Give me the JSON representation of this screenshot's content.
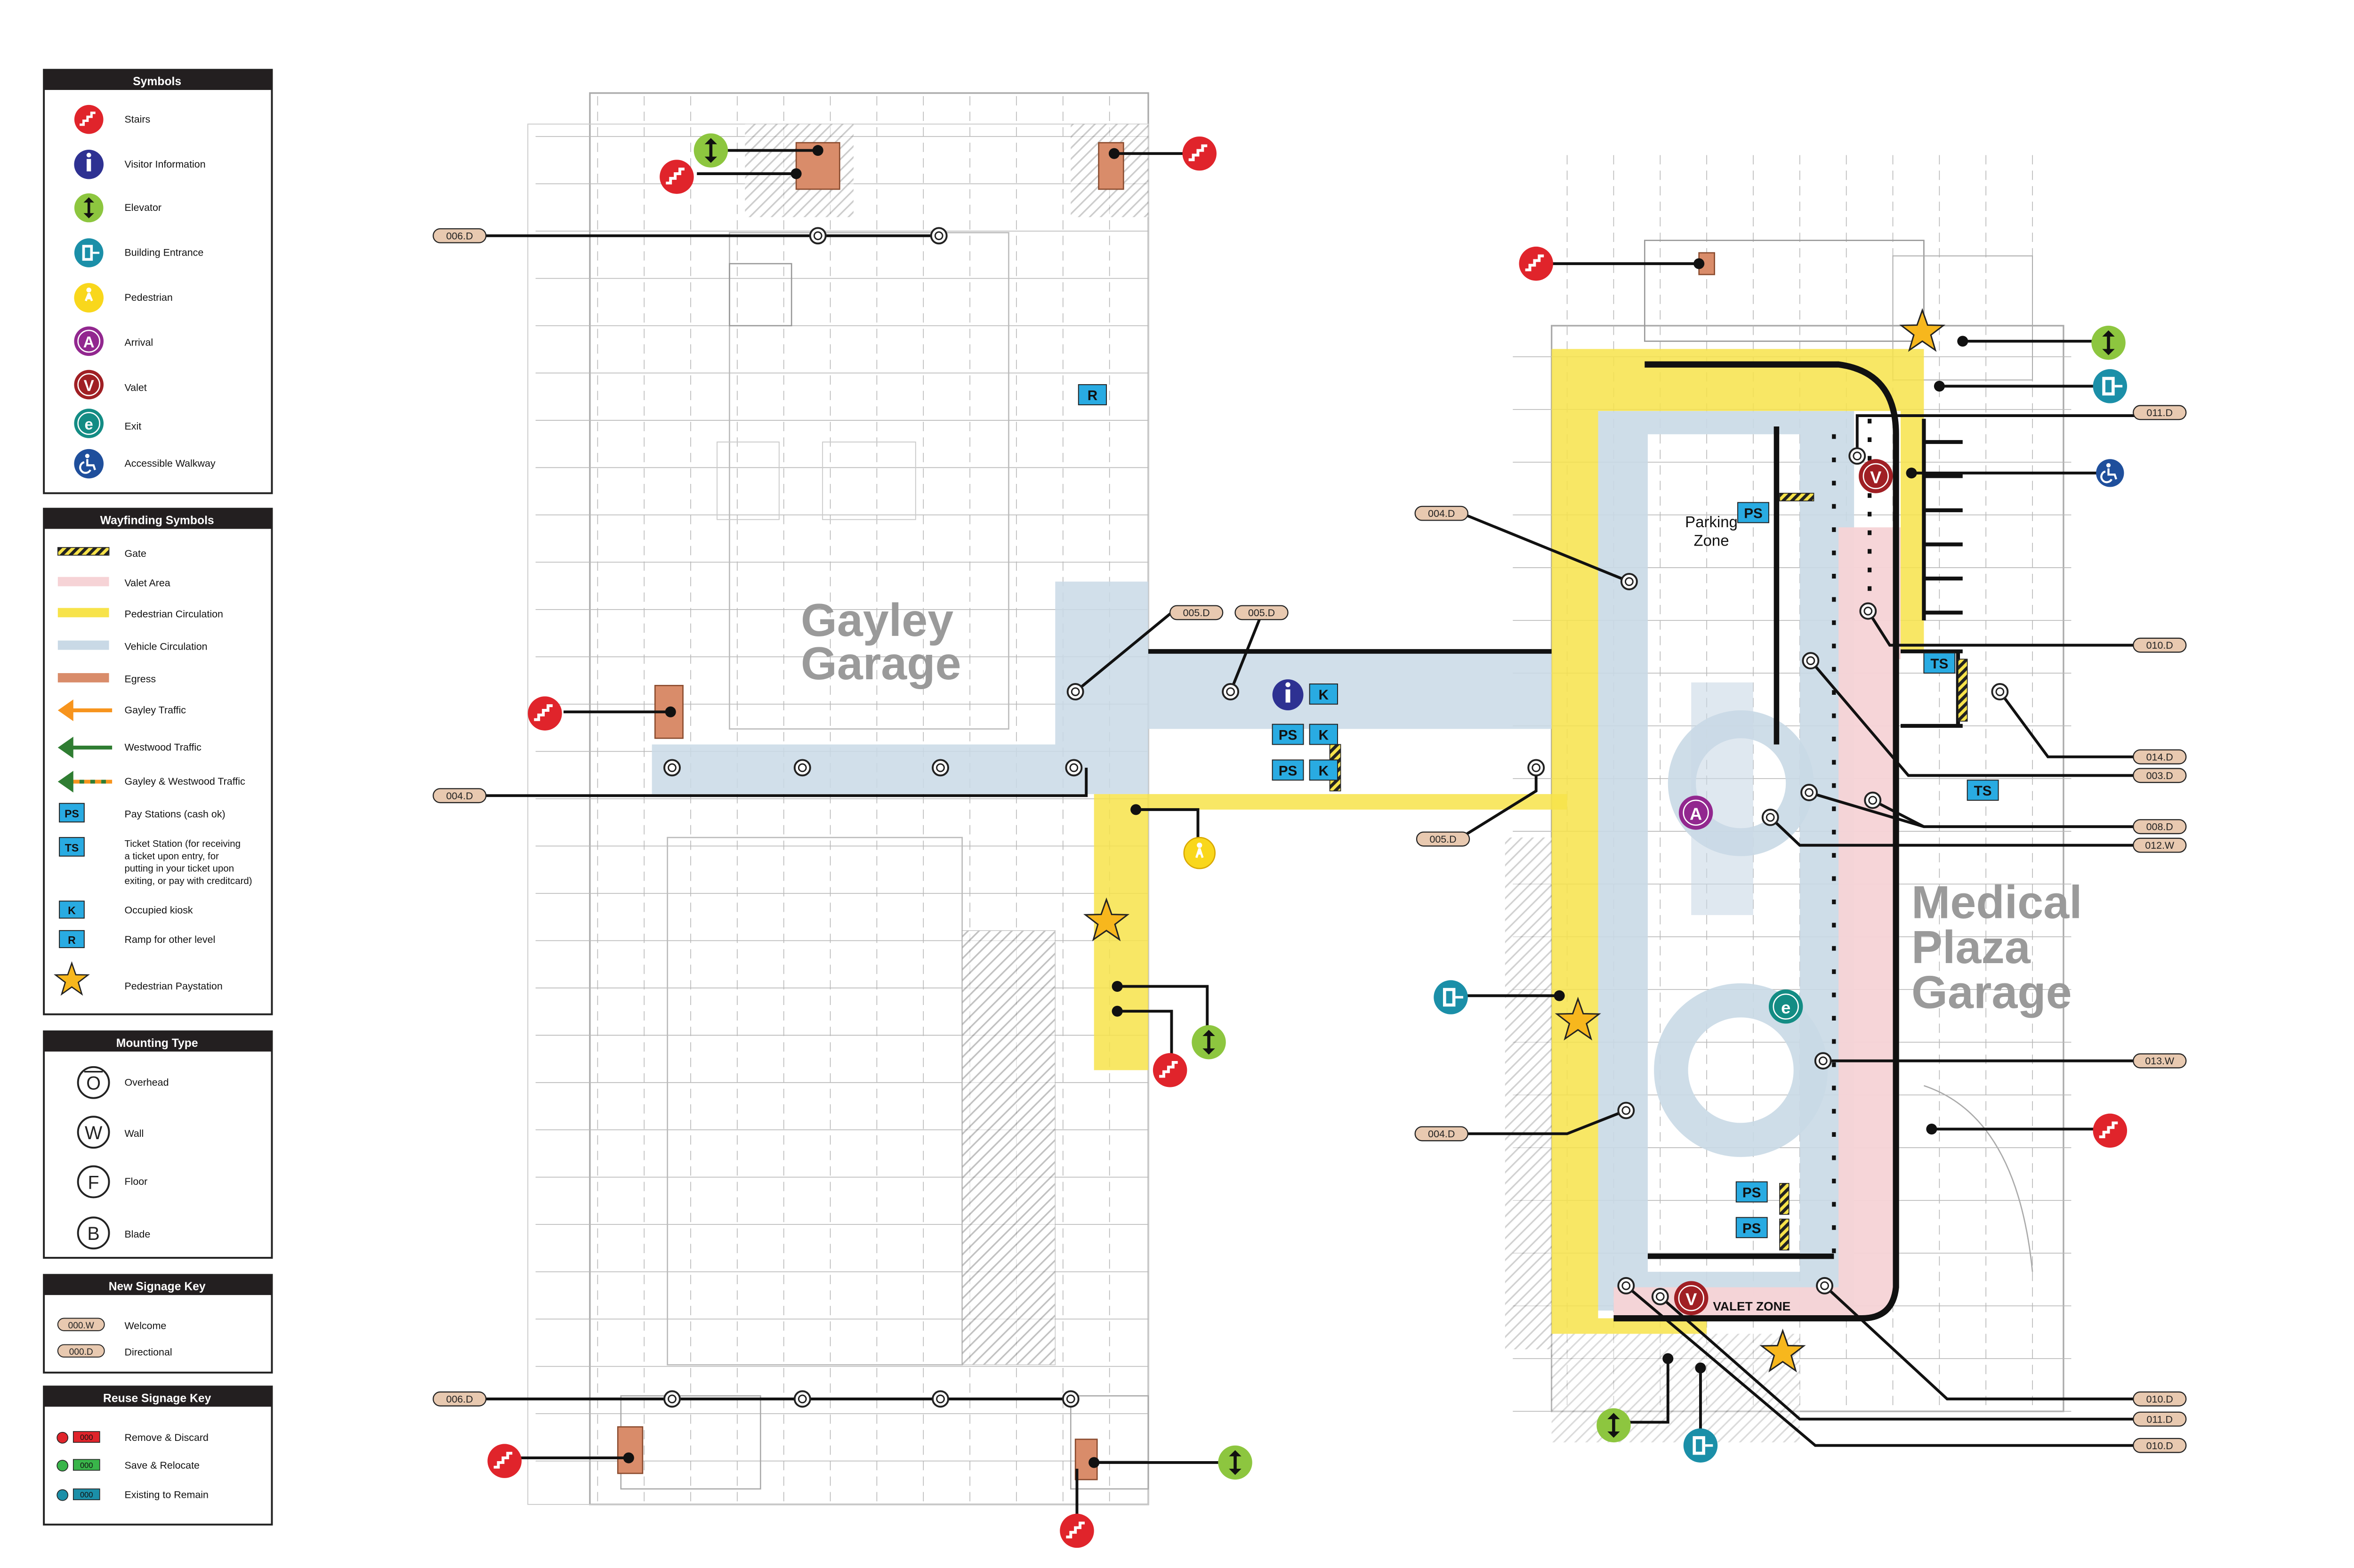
{
  "colors": {
    "pedestrian": "#f7e34a",
    "vehicle": "#c9d9e6",
    "valet": "#f6d3d6",
    "egress": "#d98c6a",
    "stairs": "#e0242b",
    "info": "#2e3192",
    "elevator": "#8dc63f",
    "entrance": "#1b8fa8",
    "pedestrian_icon": "#f9d71c",
    "arrival": "#92278f",
    "valet_icon": "#a01f24",
    "exit": "#138c84",
    "accessible": "#1f4f9c",
    "ps_box": "#29abe2",
    "star": "#f7b71d",
    "legend_header": "#231f20",
    "welcome_tag": "#e8c9b0",
    "directional_tag": "#e8c9b0"
  },
  "legend": {
    "symbols": {
      "title": "Symbols",
      "items": [
        {
          "label": "Stairs",
          "icon": "stairs-icon"
        },
        {
          "label": "Visitor Information",
          "icon": "info-icon"
        },
        {
          "label": "Elevator",
          "icon": "elevator-icon"
        },
        {
          "label": "Building Entrance",
          "icon": "entrance-icon"
        },
        {
          "label": "Pedestrian",
          "icon": "pedestrian-icon"
        },
        {
          "label": "Arrival",
          "icon": "arrival-icon"
        },
        {
          "label": "Valet",
          "icon": "valet-icon"
        },
        {
          "label": "Exit",
          "icon": "exit-icon"
        },
        {
          "label": "Accessible Walkway",
          "icon": "accessible-icon"
        }
      ]
    },
    "wayfinding": {
      "title": "Wayfinding Symbols",
      "items": [
        {
          "label": "Gate"
        },
        {
          "label": "Valet Area"
        },
        {
          "label": "Pedestrian Circulation"
        },
        {
          "label": "Vehicle Circulation"
        },
        {
          "label": "Egress"
        },
        {
          "label": "Gayley Traffic"
        },
        {
          "label": "Westwood Traffic"
        },
        {
          "label": "Gayley & Westwood Traffic"
        },
        {
          "label": "Pay Stations (cash ok)",
          "code": "PS"
        },
        {
          "label": "Ticket Station (for receiving a ticket upon entry, for putting in your ticket upon exiting, or pay with creditcard)",
          "code": "TS"
        },
        {
          "label": "Occupied kiosk",
          "code": "K"
        },
        {
          "label": "Ramp for other level",
          "code": "R"
        },
        {
          "label": "Pedestrian Paystation"
        }
      ],
      "ticket_lines": [
        "Ticket Station (for receiving",
        "a ticket upon entry, for",
        "putting in your ticket upon",
        "exiting, or pay with creditcard)"
      ]
    },
    "mounting": {
      "title": "Mounting Type",
      "items": [
        {
          "code": "O",
          "label": "Overhead"
        },
        {
          "code": "W",
          "label": "Wall"
        },
        {
          "code": "F",
          "label": "Floor"
        },
        {
          "code": "B",
          "label": "Blade"
        }
      ]
    },
    "new_signage": {
      "title": "New Signage Key",
      "items": [
        {
          "code": "000.W",
          "label": "Welcome"
        },
        {
          "code": "000.D",
          "label": "Directional"
        }
      ]
    },
    "reuse_signage": {
      "title": "Reuse Signage Key",
      "items": [
        {
          "code": "000",
          "label": "Remove & Discard",
          "color": "#e0242b"
        },
        {
          "code": "000",
          "label": "Save & Relocate",
          "color": "#39b54a"
        },
        {
          "code": "000",
          "label": "Existing to Remain",
          "color": "#1b8fa8"
        }
      ]
    }
  },
  "map": {
    "gayley_label": [
      "Gayley",
      "Garage"
    ],
    "medical_label": [
      "Medical",
      "Plaza",
      "Garage"
    ],
    "parking_zone": [
      "Parking",
      "Zone"
    ],
    "valet_zone": "VALET ZONE",
    "codes": {
      "ps": "PS",
      "ts": "TS",
      "k": "K",
      "r": "R"
    },
    "sign_tags": [
      {
        "id": "006.D",
        "label": "006.D"
      },
      {
        "id": "004.D",
        "label": "004.D"
      },
      {
        "id": "005.D",
        "label": "005.D"
      },
      {
        "id": "005.D",
        "label": "005.D"
      },
      {
        "id": "005.D",
        "label": "005.D"
      },
      {
        "id": "006.D",
        "label": "006.D"
      },
      {
        "id": "004.D",
        "label": "004.D"
      },
      {
        "id": "005.D",
        "label": "005.D"
      },
      {
        "id": "004.D",
        "label": "004.D"
      },
      {
        "id": "011.D",
        "label": "011.D"
      },
      {
        "id": "010.D",
        "label": "010.D"
      },
      {
        "id": "014.D",
        "label": "014.D"
      },
      {
        "id": "003.D",
        "label": "003.D"
      },
      {
        "id": "008.D",
        "label": "008.D"
      },
      {
        "id": "012.W",
        "label": "012.W"
      },
      {
        "id": "013.W",
        "label": "013.W"
      },
      {
        "id": "010.D",
        "label": "010.D"
      },
      {
        "id": "011.D",
        "label": "011.D"
      },
      {
        "id": "010.D",
        "label": "010.D"
      }
    ]
  }
}
